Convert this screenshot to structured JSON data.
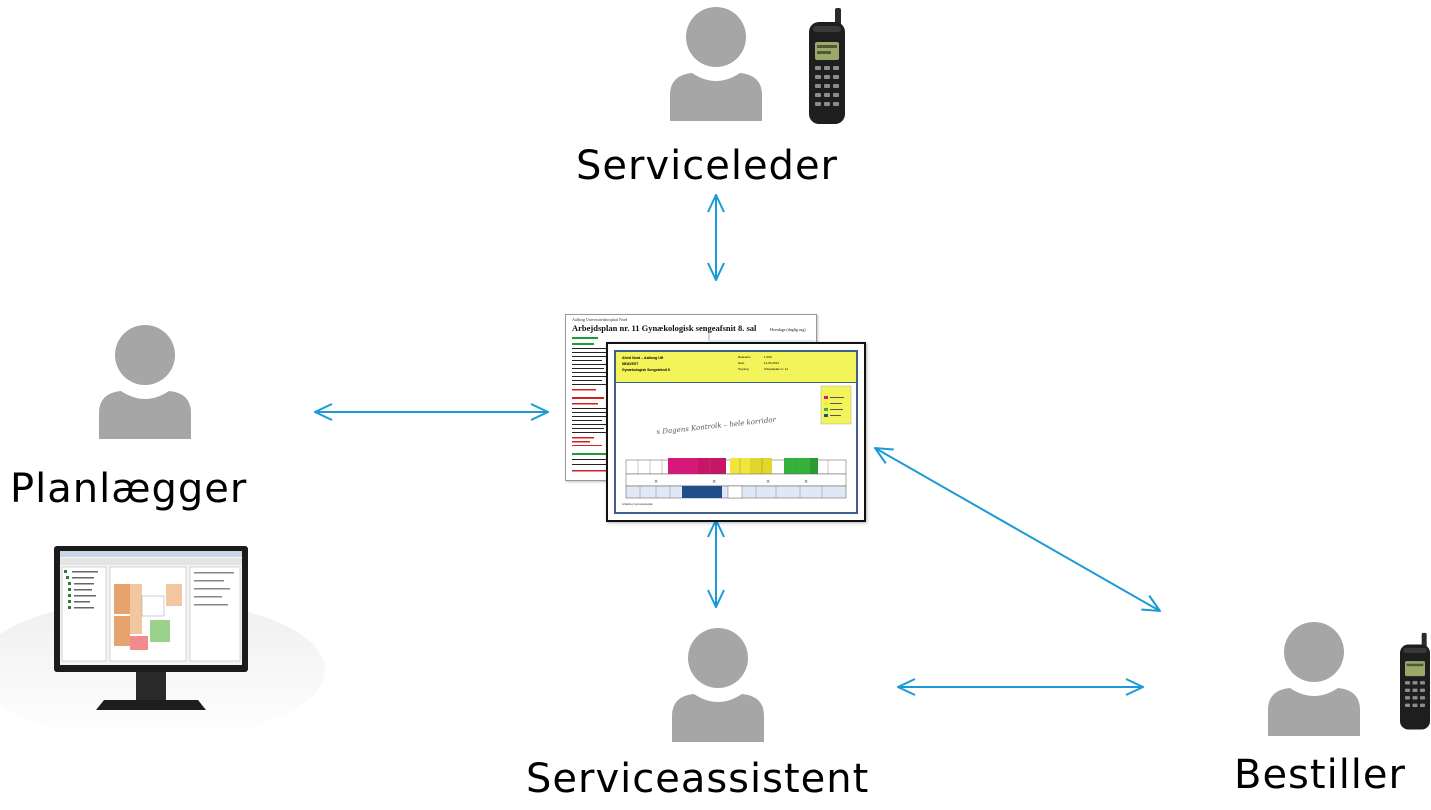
{
  "roles": {
    "serviceleder": "Serviceleder",
    "planlaegger": "Planlægger",
    "serviceassistent": "Serviceassistent",
    "bestiller": "Bestiller"
  },
  "documents": {
    "worksheet": {
      "header_small": "Aalborg Universitetshospital Nord",
      "title": "Arbejdsplan nr. 11 Gynækologisk sengeafsnit 8. sal",
      "side_title": "Hverdage (daglig rug)"
    },
    "floorplan": {
      "header_line1": "Aferd Nord – Aalborg UH",
      "header_line2": "NEAVEST",
      "header_line3": "Gynækologisk Sengeafsnit 8",
      "meta_label1": "Relevans",
      "meta_value1": "1.000",
      "meta_label2": "Dato",
      "meta_value2": "14.06.2014",
      "meta_label3": "Tegning",
      "meta_value3": "Arbejdsplan nr. 11",
      "handwriting": "x Dagens Kontrolk – hele korridor",
      "footer": "Afdeling Gynækologisk"
    }
  },
  "colors": {
    "arrow": "#1a9ad6",
    "person": "#a6a6a6",
    "floor_header": "#f3f35a",
    "floor_border": "#3e5f8a"
  }
}
